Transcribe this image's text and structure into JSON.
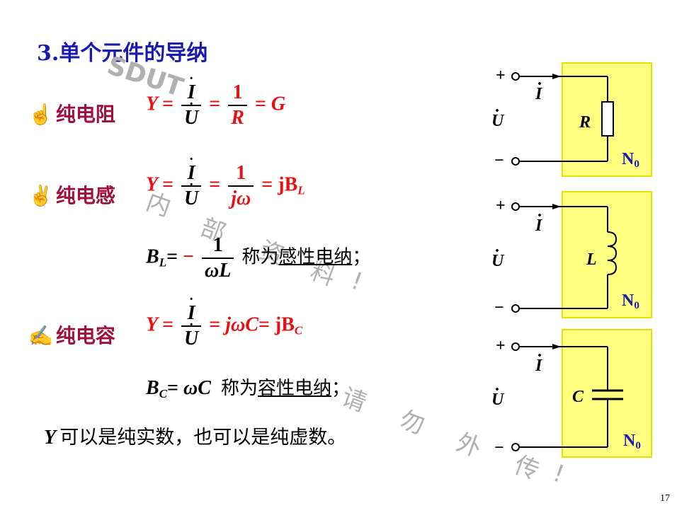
{
  "title": "3.单个元件的导纳",
  "watermark": {
    "logo": "SDUT",
    "chars": [
      "内",
      "部",
      "资",
      "料",
      "!",
      "请",
      "勿",
      "外",
      "传",
      "!"
    ]
  },
  "items": {
    "resistor": {
      "label": "纯电阻",
      "hand": "☝"
    },
    "inductor": {
      "label": "纯电感",
      "hand": "✌"
    },
    "capacitor": {
      "label": "纯电容",
      "hand": "✍"
    }
  },
  "eq": {
    "Y": "Y",
    "eq": "=",
    "I": "I",
    "U": "U",
    "one": "1",
    "R": "R",
    "G": "G",
    "jB": "jB",
    "L_sub": "L",
    "jw": "jω",
    "L": "L",
    "minus": "−",
    "B": "B",
    "wL": "ωL",
    "C_sub": "C",
    "jwC": "jωC",
    "wC": "ωC"
  },
  "text": {
    "bl_desc_pre": "称为",
    "bl_desc_ul": "感性电纳",
    "bl_desc_end": "；",
    "bc_desc_pre": "称为",
    "bc_desc_ul": "容性电纳",
    "bc_desc_end": "；",
    "summary_Y": "Y",
    "summary": "可以是纯实数，也可以是纯虚数。"
  },
  "circuits": [
    {
      "element": "R",
      "network": "N",
      "sub": "0",
      "plus": "+",
      "minus": "−",
      "I": "I",
      "U": "U"
    },
    {
      "element": "L",
      "network": "N",
      "sub": "0",
      "plus": "+",
      "minus": "−",
      "I": "I",
      "U": "U"
    },
    {
      "element": "C",
      "network": "N",
      "sub": "0",
      "plus": "+",
      "minus": "−",
      "I": "I",
      "U": "U"
    }
  ],
  "page_number": "17",
  "colors": {
    "title": "#1a1ab0",
    "label": "#a0103c",
    "formula": "#e81010",
    "box": "#ffff80",
    "watermark": "#b0b0b0"
  }
}
